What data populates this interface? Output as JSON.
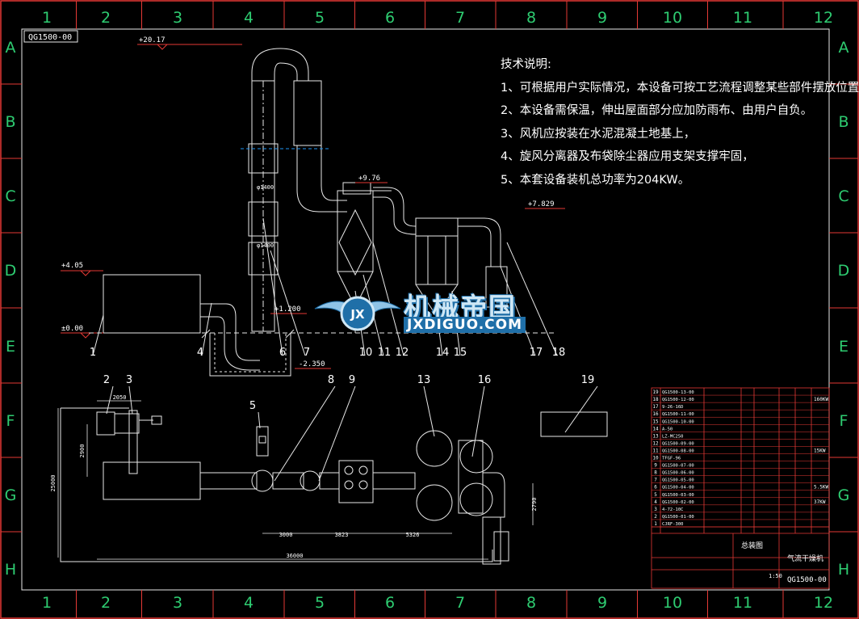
{
  "drawing": {
    "code_tab": "QG1500-00",
    "col_labels": [
      "1",
      "2",
      "3",
      "4",
      "5",
      "6",
      "7",
      "8",
      "9",
      "10",
      "11",
      "12"
    ],
    "row_labels": [
      "A",
      "B",
      "C",
      "D",
      "E",
      "F",
      "G",
      "H"
    ]
  },
  "notes": {
    "title": "技术说明:",
    "items": [
      "1、可根据用户实际情况，本设备可按工艺流程调整某些部件摆放位置。",
      "2、本设备需保温，伸出屋面部分应加防雨布、由用户自负。",
      "3、风机应按装在水泥混凝土地基上，",
      "4、旋风分离器及布袋除尘器应用支架支撑牢固，",
      "5、本套设备装机总功率为204KW。"
    ]
  },
  "elevations": [
    "+20.17",
    "+9.76",
    "+7.829",
    "+4.05",
    "+1.200",
    "±0.00",
    "-2.350"
  ],
  "part_numbers_elev": [
    "1",
    "4",
    "6",
    "7",
    "10",
    "11",
    "12",
    "14",
    "15",
    "17",
    "18"
  ],
  "part_numbers_plan": [
    "2",
    "3",
    "5",
    "8",
    "9",
    "13",
    "16",
    "19"
  ],
  "dimensions": [
    "2050",
    "2900",
    "25000",
    "3000",
    "3823",
    "5326",
    "2790",
    "36000"
  ],
  "pipe_dia": [
    "φ1400",
    "φ1400"
  ],
  "bom": {
    "nums": [
      "19",
      "18",
      "17",
      "16",
      "15",
      "14",
      "13",
      "12",
      "11",
      "10",
      "9",
      "8",
      "7",
      "6",
      "5",
      "4",
      "3",
      "2",
      "1"
    ],
    "codes": [
      "QG1500-13-00",
      "QG1500-12-00",
      "9-26-16D",
      "QG1500-11-00",
      "QG1500-10-00",
      "A-50",
      "LZ-MC250",
      "QG1500-09-00",
      "QG1500-08-00",
      "TFGF-96",
      "QG1500-07-00",
      "QG1500-06-00",
      "QG1500-05-00",
      "QG1500-04-00",
      "QG1500-03-00",
      "QG1500-02-00",
      "4-72-10C",
      "QG1500-01-00",
      "CJRF-300"
    ],
    "power": [
      "160KW",
      "15KW",
      "5.5KW",
      "37KW"
    ],
    "title_name": "气流干燥机",
    "title_code": "QG1500-00",
    "scale": "1:50",
    "header": "总装图"
  },
  "watermark": {
    "cn": "机械帝国",
    "en": "JXDIGUO.COM",
    "logo_text": "JX"
  }
}
